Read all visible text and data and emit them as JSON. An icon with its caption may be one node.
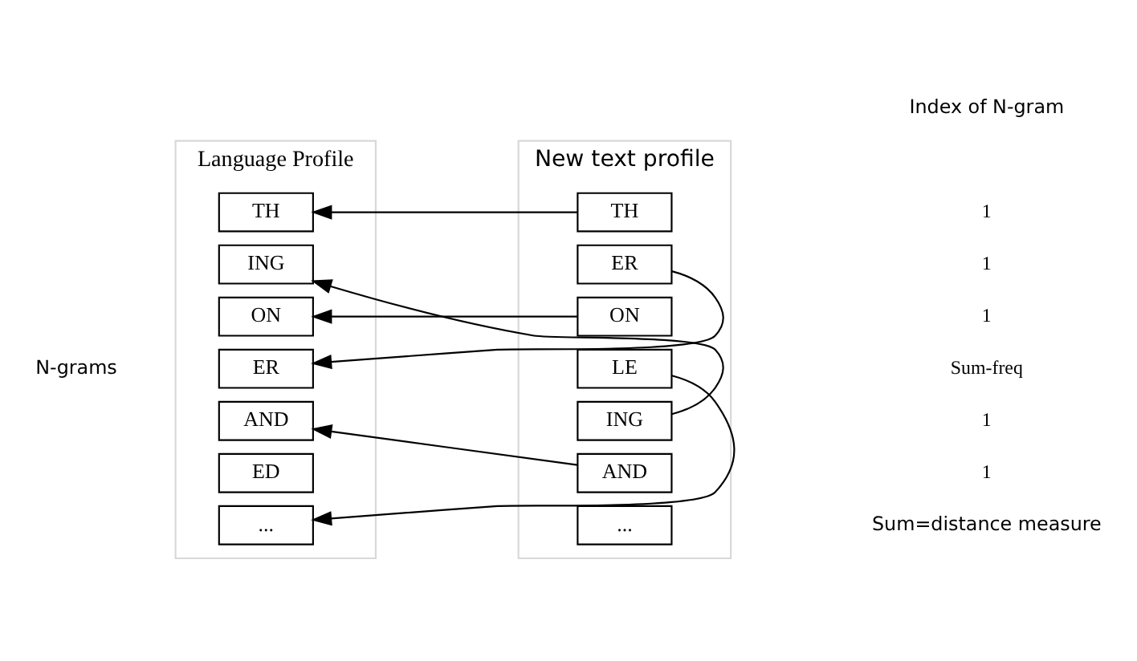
{
  "diagram": {
    "nodes": [
      {
        "text": [
          "Language Profile"
        ]
      },
      {
        "text": [
          "TH"
        ],
        "in": 0
      },
      {
        "text": [
          "ING"
        ],
        "in": 0
      },
      {
        "text": [
          "ON"
        ],
        "in": 0
      },
      {
        "text": [
          "ER"
        ],
        "in": 0
      },
      {
        "text": [
          "AND"
        ],
        "in": 0
      },
      {
        "text": [
          "ED"
        ],
        "in": 0
      },
      {
        "text": [
          "..."
        ],
        "in": 0
      },
      {
        "text": [
          "New text profile"
        ]
      },
      {
        "text": [
          "TH"
        ],
        "in": 8
      },
      {
        "text": [
          "ER"
        ],
        "in": 8
      },
      {
        "text": [
          "ON"
        ],
        "in": 8
      },
      {
        "text": [
          "LE"
        ],
        "in": 8
      },
      {
        "text": [
          "ING"
        ],
        "in": 8
      },
      {
        "text": [
          "AND"
        ],
        "in": 8
      },
      {
        "text": [
          "..."
        ],
        "in": 8
      }
    ],
    "edges": [
      {
        "from": 9,
        "to": 1,
        "arrow": "to"
      },
      {
        "from": 10,
        "to": 4,
        "arrow": "to"
      },
      {
        "from": 11,
        "to": 3,
        "arrow": "to"
      },
      {
        "from": 12,
        "to": 7,
        "arrow": "to"
      },
      {
        "from": 13,
        "to": 2,
        "arrow": "to"
      },
      {
        "from": 14,
        "to": 5,
        "arrow": "to"
      }
    ],
    "labels": [
      "N-grams",
      "Index of N-gram",
      "1",
      "1",
      "1",
      "Sum-freq",
      "1",
      "1",
      "Sum=distance measure"
    ]
  }
}
